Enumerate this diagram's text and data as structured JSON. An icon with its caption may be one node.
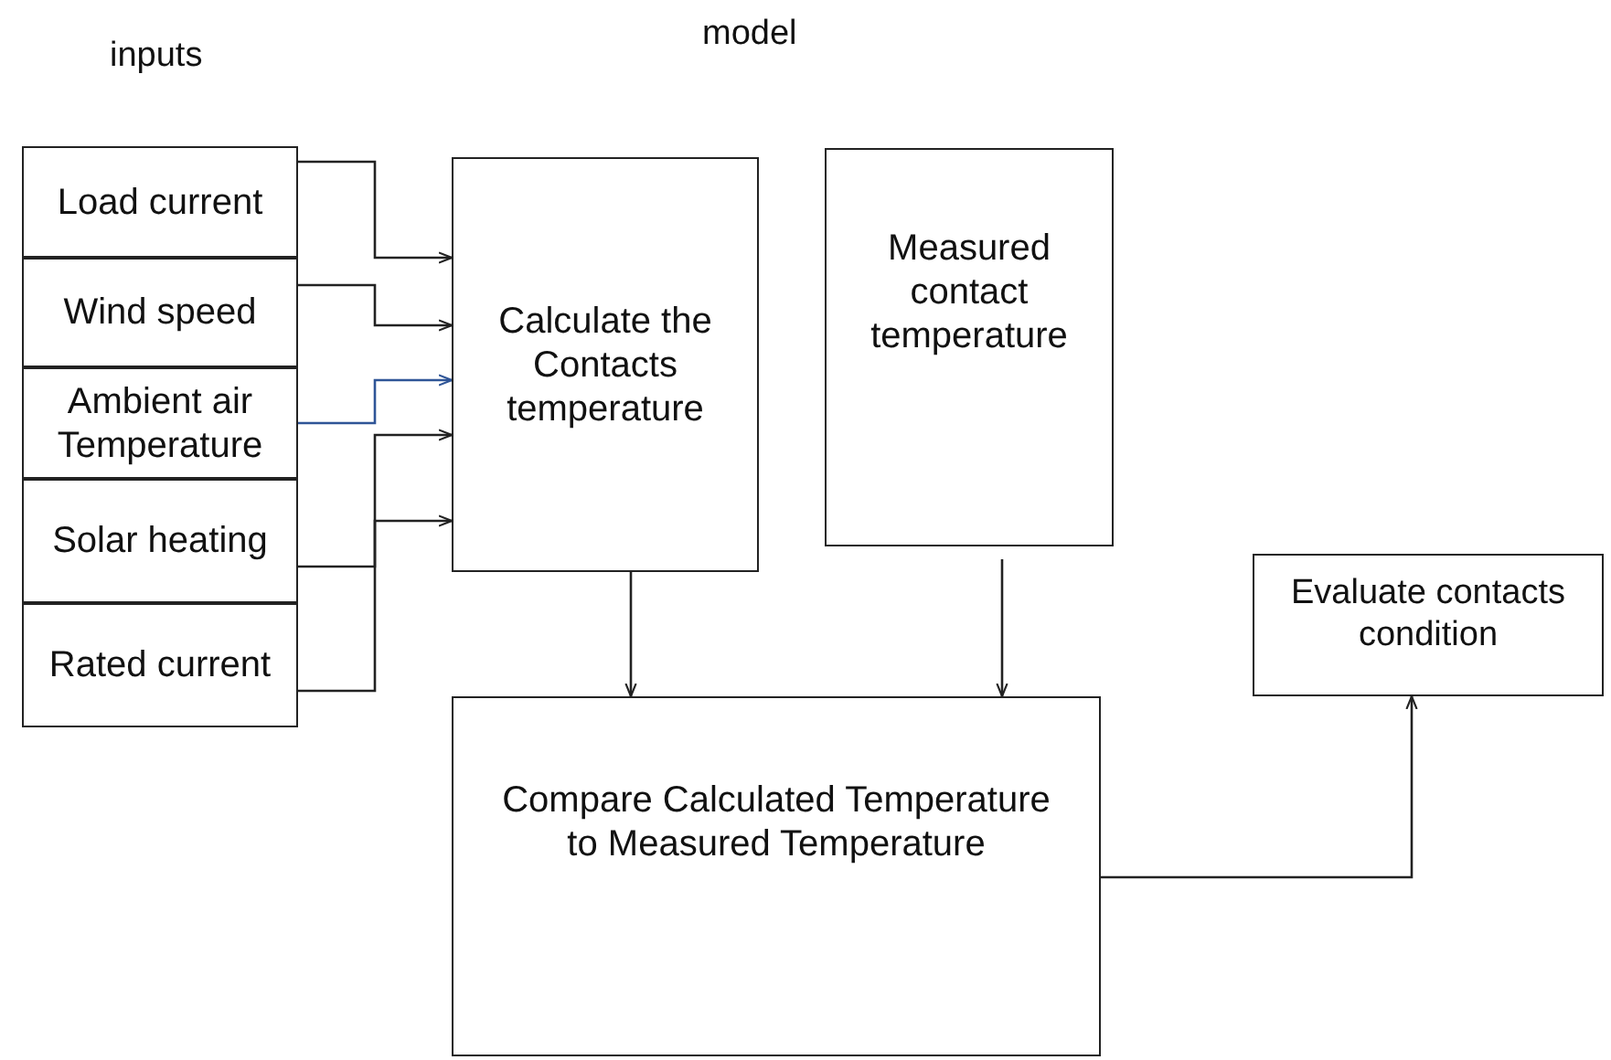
{
  "diagram": {
    "nodes": [
      {
        "text": [
          "Load current"
        ]
      },
      {
        "text": [
          "Wind speed"
        ]
      },
      {
        "text": [
          "Ambient air Temperature"
        ]
      },
      {
        "text": [
          "Solar heating"
        ]
      },
      {
        "text": [
          "Rated current"
        ]
      },
      {
        "text": [
          "Calculate the Contacts temperature"
        ]
      },
      {
        "text": [
          "Measured contact temperature"
        ]
      },
      {
        "text": [
          "Evaluate contacts condition"
        ]
      },
      {
        "text": [
          "Compare Calculated Temperature to Measured Temperature"
        ]
      }
    ],
    "edges": [
      {
        "from": 0,
        "to": 5,
        "arrow": "to"
      },
      {
        "from": 1,
        "to": 5,
        "arrow": "to"
      },
      {
        "from": 2,
        "to": 5,
        "arrow": "to",
        "color": "#2f5597"
      },
      {
        "from": 3,
        "to": 5,
        "arrow": "to"
      },
      {
        "from": 4,
        "to": 5,
        "arrow": "to"
      },
      {
        "from": 5,
        "to": 8,
        "arrow": "to"
      },
      {
        "from": 6,
        "to": 8,
        "arrow": "to"
      },
      {
        "from": 8,
        "to": 7,
        "arrow": "to"
      }
    ],
    "labels": [
      "inputs",
      "model"
    ]
  }
}
